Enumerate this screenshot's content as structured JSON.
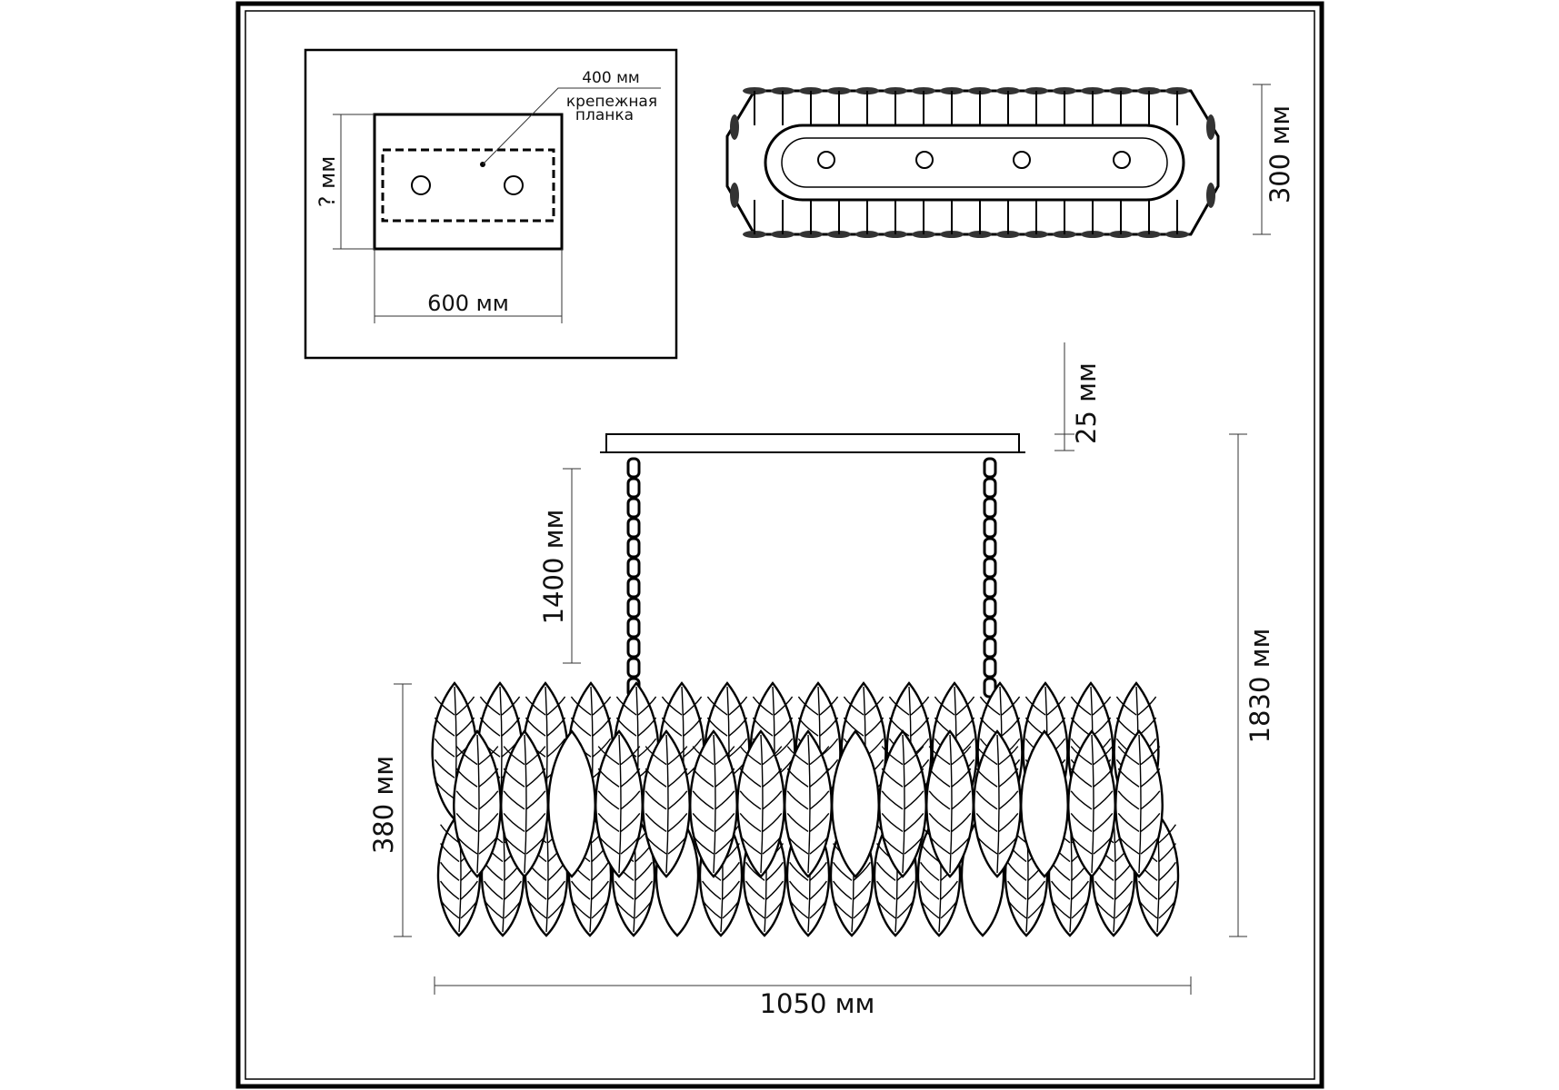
{
  "mount_plate": {
    "height_label": "? мм",
    "width_label": "600 мм",
    "bracket_length_label": "400 мм",
    "bracket_label_line1": "крепежная",
    "bracket_label_line2": "планка"
  },
  "top_view": {
    "depth_label": "300 мм"
  },
  "side_view": {
    "canopy_height_label": "25 мм",
    "chain_length_label": "1400 мм",
    "total_height_label": "1830 мм",
    "body_height_label": "380 мм",
    "width_label": "1050 мм"
  }
}
